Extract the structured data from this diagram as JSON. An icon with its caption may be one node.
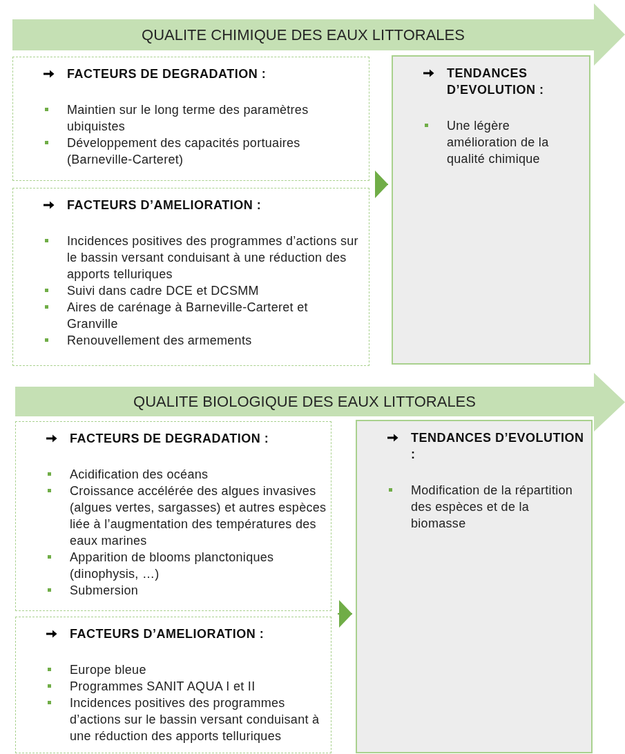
{
  "diagram": {
    "nodes": [
      {
        "text": [
          "QUALITE CHIMIQUE DES EAUX LITTORALES"
        ]
      },
      {
        "text": [
          "FACTEURS DE DEGRADATION :",
          "Maintien sur le long terme des paramètres ubiquistes",
          "Développement des capacités portuaires (Barneville-Carteret)"
        ]
      },
      {
        "text": [
          "FACTEURS D’AMELIORATION :",
          "Incidences positives des programmes d’actions sur le bassin versant conduisant à une réduction des apports telluriques",
          "Suivi dans cadre DCE et DCSMM",
          "Aires de carénage à Barneville-Carteret et Granville",
          "Renouvellement des armements"
        ]
      },
      {
        "text": [
          "TENDANCES D’EVOLUTION :",
          "Une légère amélioration de la qualité chimique"
        ]
      },
      {
        "text": [
          "QUALITE BIOLOGIQUE DES EAUX LITTORALES"
        ]
      },
      {
        "text": [
          "FACTEURS DE DEGRADATION :",
          "Acidification des océans",
          "Croissance accélérée des algues invasives (algues vertes, sargasses) et autres espèces liée à l’augmentation des températures des eaux marines",
          "Apparition de blooms planctoniques (dinophysis, …)",
          "Submersion"
        ]
      },
      {
        "text": [
          "FACTEURS D’AMELIORATION :",
          "Europe bleue",
          "Programmes SANIT AQUA I et II",
          "Incidences positives des programmes d’actions sur le bassin versant conduisant à une réduction des apports telluriques"
        ]
      },
      {
        "text": [
          "TENDANCES D’EVOLUTION :",
          "Modification de la répartition des espèces et de la biomasse"
        ]
      }
    ],
    "edges": [
      {
        "from": 1,
        "to": 3,
        "arrow": "to"
      },
      {
        "from": 2,
        "to": 3,
        "arrow": "to"
      },
      {
        "from": 5,
        "to": 7,
        "arrow": "to"
      },
      {
        "from": 6,
        "to": 7,
        "arrow": "to"
      }
    ]
  }
}
